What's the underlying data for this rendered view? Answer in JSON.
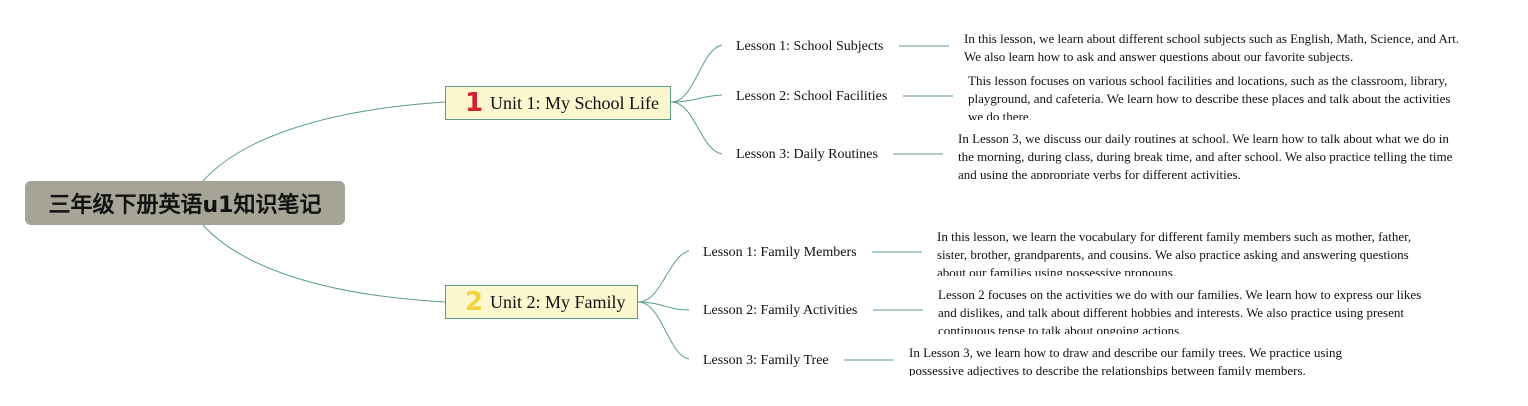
{
  "root": {
    "title": "三年级下册英语u1知识笔记"
  },
  "units": [
    {
      "number": "1",
      "number_color": "#d2222d",
      "title": "Unit 1: My School Life",
      "lessons": [
        {
          "title": "Lesson 1: School Subjects",
          "description": "In this lesson, we learn about different school subjects such as English, Math, Science, and Art. We also learn how to ask and answer questions about our favorite subjects."
        },
        {
          "title": "Lesson 2: School Facilities",
          "description": "This lesson focuses on various school facilities and locations, such as the classroom, library, playground, and cafeteria. We learn how to describe these places and talk about the activities we do there."
        },
        {
          "title": "Lesson 3: Daily Routines",
          "description": "In Lesson 3, we discuss our daily routines at school. We learn how to talk about what we do in the morning, during class, during break time, and after school. We also practice telling the time and using the appropriate verbs for different activities."
        }
      ]
    },
    {
      "number": "2",
      "number_color": "#f2d33c",
      "title": "Unit 2: My Family",
      "lessons": [
        {
          "title": "Lesson 1: Family Members",
          "description": "In this lesson, we learn the vocabulary for different family members such as mother, father, sister, brother, grandparents, and cousins. We also practice asking and answering questions about our families using possessive pronouns."
        },
        {
          "title": "Lesson 2: Family Activities",
          "description": "Lesson 2 focuses on the activities we do with our families. We learn how to express our likes and dislikes, and talk about different hobbies and interests. We also practice using present continuous tense to talk about ongoing actions."
        },
        {
          "title": "Lesson 3: Family Tree",
          "description": "In Lesson 3, we learn how to draw and describe our family trees. We practice using possessive adjectives to describe the relationships between family members."
        }
      ]
    }
  ]
}
